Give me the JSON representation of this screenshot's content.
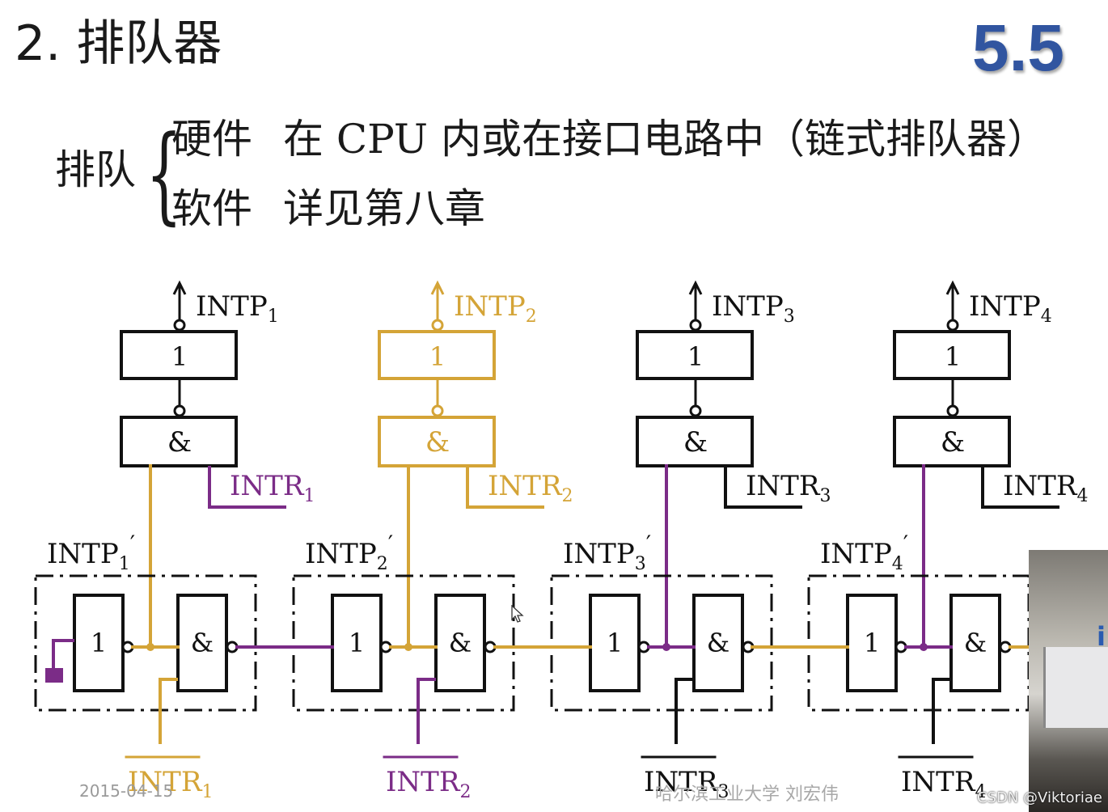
{
  "header": {
    "title": "2. 排队器",
    "section_number": "5.5"
  },
  "intro": {
    "group_label": "排队",
    "hardware_label": "硬件",
    "hardware_text": "在 CPU 内或在接口电路中（链式排队器）",
    "software_label": "软件",
    "software_text": "详见第八章"
  },
  "gates": {
    "not_symbol": "1",
    "and_symbol": "&"
  },
  "signals": {
    "intp_base": "INTP",
    "intr_base": "INTR",
    "subscripts": [
      "1",
      "2",
      "3",
      "4"
    ],
    "prime": "′"
  },
  "colors": {
    "gold": "#D4A437",
    "purple": "#7B2C87",
    "black": "#111111",
    "title_blue": "#3155a0"
  },
  "watermarks": {
    "date": "2015-04-15",
    "school": "哈尔滨工业大学 刘宏伟",
    "csdn": "CSDN @Viktoriae"
  }
}
